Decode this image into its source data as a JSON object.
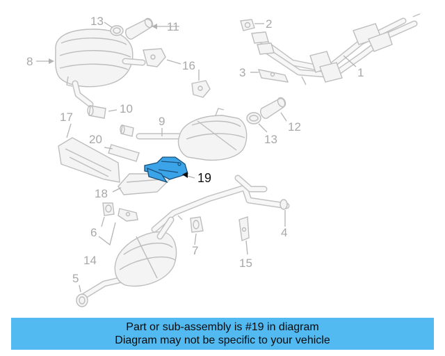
{
  "diagram": {
    "callouts": {
      "c1": "1",
      "c2": "2",
      "c3": "3",
      "c4": "4",
      "c5": "5",
      "c6": "6",
      "c7": "7",
      "c8": "8",
      "c9": "9",
      "c10": "10",
      "c11": "11",
      "c12": "12",
      "c13a": "13",
      "c13b": "13",
      "c14": "14",
      "c15": "15",
      "c16": "16",
      "c17": "17",
      "c18": "18",
      "c19": "19",
      "c20": "20"
    },
    "highlighted_part": "19",
    "colors": {
      "highlight": "#3ba3e8",
      "banner": "#52baf1",
      "parts": "#bdbdbd"
    }
  },
  "banner": {
    "line1": "Part or sub-assembly is #19 in diagram",
    "line2": "Diagram may not be specific to your vehicle"
  }
}
